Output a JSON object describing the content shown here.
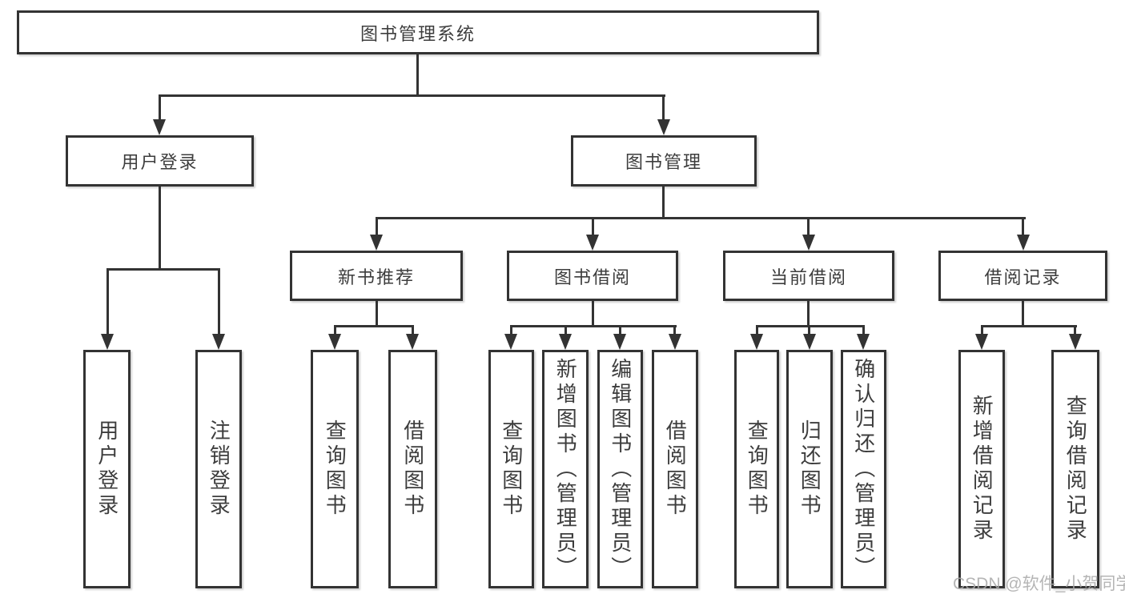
{
  "diagram": {
    "title": "图书管理系统",
    "level2": {
      "user_login": "用户登录",
      "book_management": "图书管理"
    },
    "level3": {
      "new_book_recommend": "新书推荐",
      "book_borrow": "图书借阅",
      "current_borrow": "当前借阅",
      "borrow_records": "借阅记录"
    },
    "leaves": {
      "user_login": "用户登录",
      "logout": "注销登录",
      "recommend_query_book": "查询图书",
      "recommend_borrow_book": "借阅图书",
      "borrow_query_book": "查询图书",
      "borrow_add_book": "新增图书（管理员）",
      "borrow_edit_book": "编辑图书（管理员）",
      "borrow_borrow_book": "借阅图书",
      "current_query_book": "查询图书",
      "current_return_book": "归还图书",
      "current_confirm_return": "确认归还（管理员）",
      "records_add_record": "新增借阅记录",
      "records_query_record": "查询借阅记录"
    },
    "watermark": "CSDN @软件_小贺同学",
    "colors": {
      "line": "#333333",
      "text": "#3d3d3d",
      "bg": "#ffffff",
      "watermark": "#a9a9a9"
    }
  }
}
